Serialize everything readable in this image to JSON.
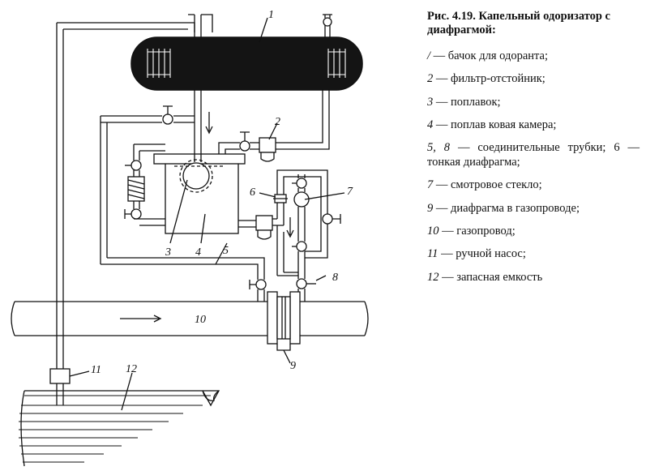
{
  "caption": {
    "title": "Рис. 4.19. Капельный одоризатор с диафрагмой:",
    "items": [
      {
        "num": "/",
        "text": " — бачок для одоранта;"
      },
      {
        "num": "2",
        "text": " — фильтр-отстойник;"
      },
      {
        "num": "3",
        "text": " — поплавок;"
      },
      {
        "num": "4",
        "text": " — поплав ковая камера;"
      },
      {
        "num": "5, 8",
        "text": " — соединительные трубки; 6 — тонкая диафрагма;"
      },
      {
        "num": "7",
        "text": " — смотровое стекло;"
      },
      {
        "num": "9",
        "text": " — диафрагма в газопроводе;"
      },
      {
        "num": "10",
        "text": " — газопровод;"
      },
      {
        "num": "11",
        "text": " — ручной насос;"
      },
      {
        "num": "12",
        "text": " — запасная емкость"
      }
    ]
  },
  "diagram": {
    "labels": {
      "l1": "1",
      "l2": "2",
      "l3": "3",
      "l4": "4",
      "l5": "5",
      "l6": "6",
      "l7": "7",
      "l8": "8",
      "l9": "9",
      "l10": "10",
      "l11": "11",
      "l12": "12"
    },
    "colors": {
      "ink": "#111111",
      "tank_fill": "#141414",
      "background": "#ffffff"
    }
  }
}
